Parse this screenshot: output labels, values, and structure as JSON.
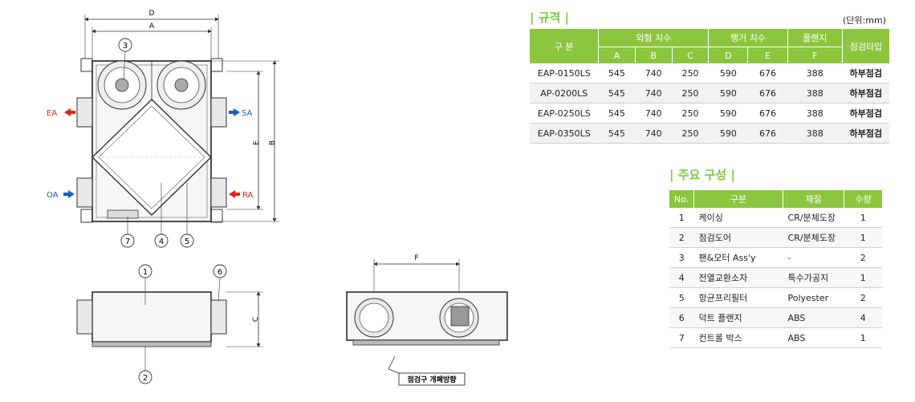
{
  "spec": {
    "title": "| 규격 |",
    "unit": "(단위:mm)",
    "headers": {
      "category": "구 분",
      "outer": "외형 치수",
      "hanger": "행거 치수",
      "flange": "플랜지",
      "inspect_type": "점검타입",
      "a": "A",
      "b": "B",
      "c": "C",
      "d": "D",
      "e": "E",
      "f": "F"
    },
    "rows": [
      {
        "model": "EAP-0150LS",
        "a": "545",
        "b": "740",
        "c": "250",
        "d": "590",
        "e": "676",
        "f": "388",
        "type": "하부점검"
      },
      {
        "model": "AP-0200LS",
        "a": "545",
        "b": "740",
        "c": "250",
        "d": "590",
        "e": "676",
        "f": "388",
        "type": "하부점검"
      },
      {
        "model": "EAP-0250LS",
        "a": "545",
        "b": "740",
        "c": "250",
        "d": "590",
        "e": "676",
        "f": "388",
        "type": "하부점검"
      },
      {
        "model": "EAP-0350LS",
        "a": "545",
        "b": "740",
        "c": "250",
        "d": "590",
        "e": "676",
        "f": "388",
        "type": "하부점검"
      }
    ]
  },
  "parts": {
    "title": "| 주요 구성 |",
    "headers": {
      "no": "No.",
      "name": "구분",
      "material": "재질",
      "qty": "수량"
    },
    "rows": [
      {
        "no": "1",
        "name": "케이싱",
        "material": "CR/분체도장",
        "qty": "1"
      },
      {
        "no": "2",
        "name": "점검도어",
        "material": "CR/분체도장",
        "qty": "1"
      },
      {
        "no": "3",
        "name": "팬&모터 Ass'y",
        "material": "-",
        "qty": "2"
      },
      {
        "no": "4",
        "name": "전열교환소자",
        "material": "특수가공지",
        "qty": "1"
      },
      {
        "no": "5",
        "name": "항균프리필터",
        "material": "Polyester",
        "qty": "2"
      },
      {
        "no": "6",
        "name": "덕트 플랜지",
        "material": "ABS",
        "qty": "4"
      },
      {
        "no": "7",
        "name": "컨트롤 박스",
        "material": "ABS",
        "qty": "1"
      }
    ]
  },
  "drawing": {
    "dim_d": "D",
    "dim_a": "A",
    "dim_b": "B",
    "dim_e": "E",
    "dim_c": "C",
    "dim_f": "F",
    "port_ea": "EA",
    "port_sa": "SA",
    "port_oa": "OA",
    "port_ra": "RA",
    "n1": "1",
    "n2": "2",
    "n3": "3",
    "n4": "4",
    "n5": "5",
    "n6": "6",
    "n7": "7",
    "door_note": "점검구 개폐방향",
    "colors": {
      "red_arrow": "#e2231a",
      "blue_arrow": "#1560bd",
      "accent_green": "#8cc63f"
    }
  }
}
